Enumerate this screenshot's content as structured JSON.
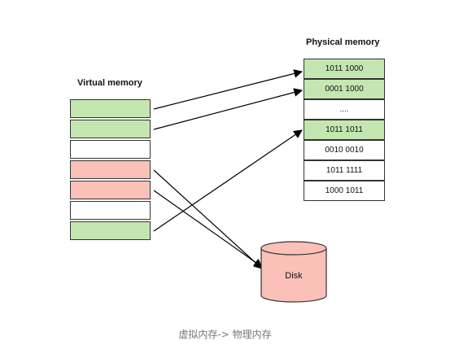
{
  "virtual_memory": {
    "title": "Virtual memory",
    "blocks": [
      {
        "fill": "#c4e6b1",
        "state": "mapped"
      },
      {
        "fill": "#c4e6b1",
        "state": "mapped"
      },
      {
        "fill": "#ffffff",
        "state": "empty"
      },
      {
        "fill": "#fbc0b8",
        "state": "on-disk"
      },
      {
        "fill": "#fbc0b8",
        "state": "on-disk"
      },
      {
        "fill": "#ffffff",
        "state": "empty"
      },
      {
        "fill": "#c4e6b1",
        "state": "mapped"
      }
    ]
  },
  "physical_memory": {
    "title": "Physical memory",
    "cells": [
      {
        "label": "1011 1000",
        "fill": "#c4e6b1"
      },
      {
        "label": "0001 1000",
        "fill": "#c4e6b1"
      },
      {
        "label": "....",
        "fill": "#ffffff"
      },
      {
        "label": "1011 1011",
        "fill": "#c4e6b1"
      },
      {
        "label": "0010 0010",
        "fill": "#ffffff"
      },
      {
        "label": "1011 1111",
        "fill": "#ffffff"
      },
      {
        "label": "1000 1011",
        "fill": "#ffffff"
      }
    ]
  },
  "disk": {
    "label": "Disk",
    "fill": "#fbc0b8"
  },
  "mappings": [
    {
      "from_virtual": 0,
      "to_physical": 0
    },
    {
      "from_virtual": 1,
      "to_physical": 1
    },
    {
      "from_virtual": 6,
      "to_physical": 3
    },
    {
      "from_virtual": 3,
      "to": "disk"
    },
    {
      "from_virtual": 4,
      "to": "disk"
    }
  ],
  "caption": "虚拟内存-> 物理内存"
}
